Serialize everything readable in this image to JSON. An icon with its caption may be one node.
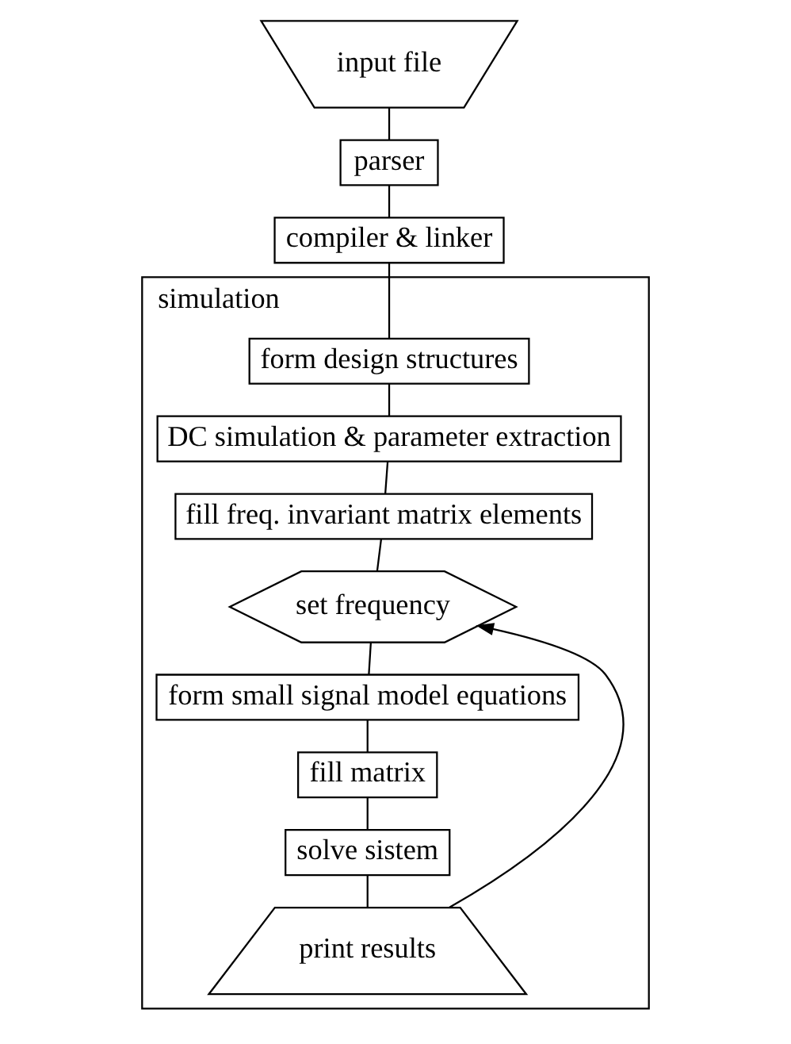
{
  "diagram": {
    "nodes": [
      {
        "text": [
          "input file"
        ]
      },
      {
        "text": [
          "parser"
        ]
      },
      {
        "text": [
          "compiler & linker"
        ]
      },
      {
        "text": [
          "simulation"
        ]
      },
      {
        "text": [
          "form design structures"
        ],
        "in": 3
      },
      {
        "text": [
          "DC simulation & parameter extraction"
        ],
        "in": 3
      },
      {
        "text": [
          "fill freq. invariant matrix elements"
        ],
        "in": 3
      },
      {
        "text": [
          "set frequency"
        ],
        "in": 3
      },
      {
        "text": [
          "form small signal model equations"
        ],
        "in": 3
      },
      {
        "text": [
          "fill matrix"
        ],
        "in": 3
      },
      {
        "text": [
          "solve sistem"
        ],
        "in": 3
      },
      {
        "text": [
          "print results"
        ],
        "in": 3
      }
    ],
    "edges": [
      {
        "from": 0,
        "to": 1,
        "arrow": "none"
      },
      {
        "from": 1,
        "to": 2,
        "arrow": "none"
      },
      {
        "from": 2,
        "to": 4,
        "arrow": "none"
      },
      {
        "from": 4,
        "to": 5,
        "arrow": "none"
      },
      {
        "from": 5,
        "to": 6,
        "arrow": "none"
      },
      {
        "from": 6,
        "to": 7,
        "arrow": "none"
      },
      {
        "from": 7,
        "to": 8,
        "arrow": "none"
      },
      {
        "from": 8,
        "to": 9,
        "arrow": "none"
      },
      {
        "from": 9,
        "to": 10,
        "arrow": "none"
      },
      {
        "from": 10,
        "to": 11,
        "arrow": "none"
      },
      {
        "from": 11,
        "to": 7,
        "arrow": "to"
      }
    ]
  }
}
